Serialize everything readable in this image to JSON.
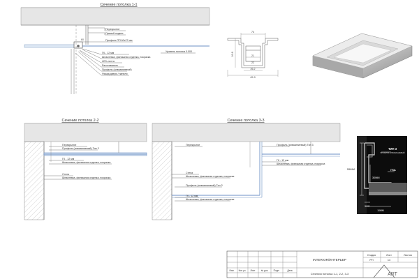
{
  "sections": {
    "s1_title": "Сечение потолка 1-1",
    "s2_title": "Сечение потолка 2-2",
    "s3_title": "Сечение потолка 3-3"
  },
  "s1_labels": {
    "l1": "Перекрытие",
    "l2": "Прямой подвес",
    "l3": "Профиль ПП 60х27 мм",
    "l4": "ГК - 12 мм",
    "l5": "Шпаклевка, финишная отделка, покраска",
    "l6": "LED-лента",
    "l7": "Рассеиватель",
    "l8": "Профиль (алюминиевый)",
    "l9": "Фасад двери / панели",
    "right": "Уровень потолка 0.000"
  },
  "profile_dims": {
    "top": "74",
    "h": "16.6",
    "i1": "21",
    "i2": "22",
    "i3": "26.2",
    "bottom": "45.9"
  },
  "s2_labels": {
    "l1": "Перекрытие",
    "l2": "Профиль (алюминиевый) Тип 3",
    "l3": "ГК - 12 мм",
    "l4": "Шпаклевка, финишная отделка, покраска",
    "l5": "Стена",
    "l6": "Шпаклевка, финишная отделка, покраска"
  },
  "s3_labels": {
    "l1": "Перекрытие",
    "l2": "Профиль (алюминиевый) Тип 3",
    "l3": "ГК - 12 мм",
    "l4": "Шпаклевка, финишная отделка, покраска",
    "l5": "Стена",
    "l6": "Шпаклевка, финишная отделка, покраска",
    "l7": "Профиль (алюминиевый) Тип 3",
    "l8": "ГК - 12 мм",
    "l9": "Шпаклевка, финишная отделка, покраска"
  },
  "photo": {
    "type": "ТИП 3",
    "type_sub": "ПРОФИЛЬ АЛЮМИНИЕВЫЙ",
    "gka": "ГКА",
    "dim_h": "55ММ",
    "dim_v": "30ММ",
    "dim_b1": "5ММ",
    "dim_b2": "10ММ"
  },
  "title_block": {
    "headers": [
      "Изм.",
      "Кол.уч.",
      "Лист",
      "№ док.",
      "Подп.",
      "Дата"
    ],
    "project": "INTERIOR/ИНТЕРЬЕР",
    "stage_h": "Стадия",
    "sheet_h": "Лист",
    "sheets_h": "Листов",
    "stage": "РП",
    "sheet": "14",
    "sheets": "",
    "caption": "Сечения потолка 1-1, 2-2, 3-3",
    "logo": "ART"
  }
}
